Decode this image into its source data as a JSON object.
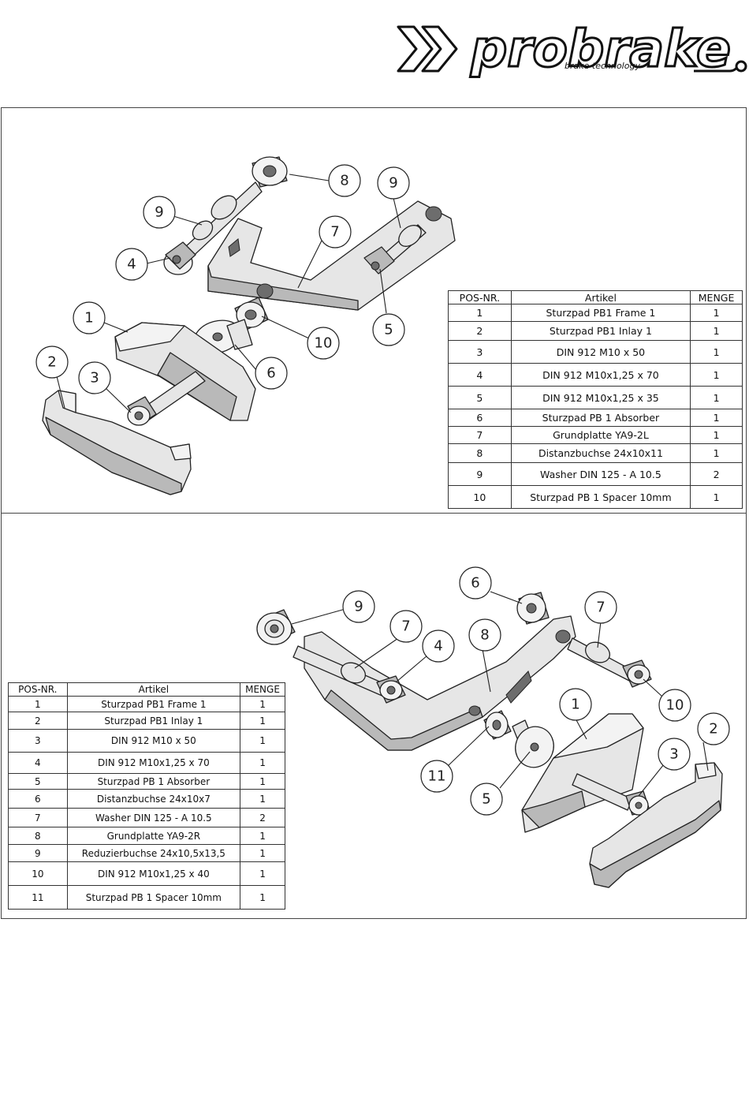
{
  "logo": {
    "brand": "probrake",
    "tagline": "brake technology"
  },
  "left_assembly": {
    "table": {
      "headers": [
        "POS-NR.",
        "Artikel",
        "MENGE"
      ],
      "rows": [
        {
          "pos": "1",
          "artikel": "Sturzpad PB1 Frame 1",
          "menge": "1"
        },
        {
          "pos": "2",
          "artikel": "Sturzpad PB1 Inlay 1",
          "menge": "1"
        },
        {
          "pos": "3",
          "artikel": "DIN 912 M10 x 50",
          "menge": "1"
        },
        {
          "pos": "4",
          "artikel": "DIN 912 M10x1,25 x 70",
          "menge": "1"
        },
        {
          "pos": "5",
          "artikel": "DIN 912 M10x1,25 x 35",
          "menge": "1"
        },
        {
          "pos": "6",
          "artikel": "Sturzpad PB 1 Absorber",
          "menge": "1"
        },
        {
          "pos": "7",
          "artikel": "Grundplatte YA9-2L",
          "menge": "1"
        },
        {
          "pos": "8",
          "artikel": "Distanzbuchse 24x10x11",
          "menge": "1"
        },
        {
          "pos": "9",
          "artikel": "Washer DIN 125 - A 10.5",
          "menge": "2"
        },
        {
          "pos": "10",
          "artikel": "Sturzpad PB 1 Spacer 10mm",
          "menge": "1"
        }
      ]
    },
    "callouts": [
      "8",
      "9",
      "9",
      "7",
      "4",
      "1",
      "5",
      "10",
      "2",
      "6",
      "3"
    ]
  },
  "right_assembly": {
    "table": {
      "headers": [
        "POS-NR.",
        "Artikel",
        "MENGE"
      ],
      "rows": [
        {
          "pos": "1",
          "artikel": "Sturzpad PB1 Frame 1",
          "menge": "1"
        },
        {
          "pos": "2",
          "artikel": "Sturzpad PB1 Inlay 1",
          "menge": "1"
        },
        {
          "pos": "3",
          "artikel": "DIN 912 M10 x 50",
          "menge": "1"
        },
        {
          "pos": "4",
          "artikel": "DIN 912 M10x1,25 x 70",
          "menge": "1"
        },
        {
          "pos": "5",
          "artikel": "Sturzpad PB 1 Absorber",
          "menge": "1"
        },
        {
          "pos": "6",
          "artikel": "Distanzbuchse 24x10x7",
          "menge": "1"
        },
        {
          "pos": "7",
          "artikel": "Washer DIN 125 - A 10.5",
          "menge": "2"
        },
        {
          "pos": "8",
          "artikel": "Grundplatte YA9-2R",
          "menge": "1"
        },
        {
          "pos": "9",
          "artikel": "Reduzierbuchse 24x10,5x13,5",
          "menge": "1"
        },
        {
          "pos": "10",
          "artikel": "DIN 912 M10x1,25 x 40",
          "menge": "1"
        },
        {
          "pos": "11",
          "artikel": "Sturzpad PB 1 Spacer 10mm",
          "menge": "1"
        }
      ]
    },
    "callouts": [
      "6",
      "9",
      "7",
      "7",
      "4",
      "8",
      "10",
      "1",
      "2",
      "3",
      "11",
      "5"
    ]
  }
}
